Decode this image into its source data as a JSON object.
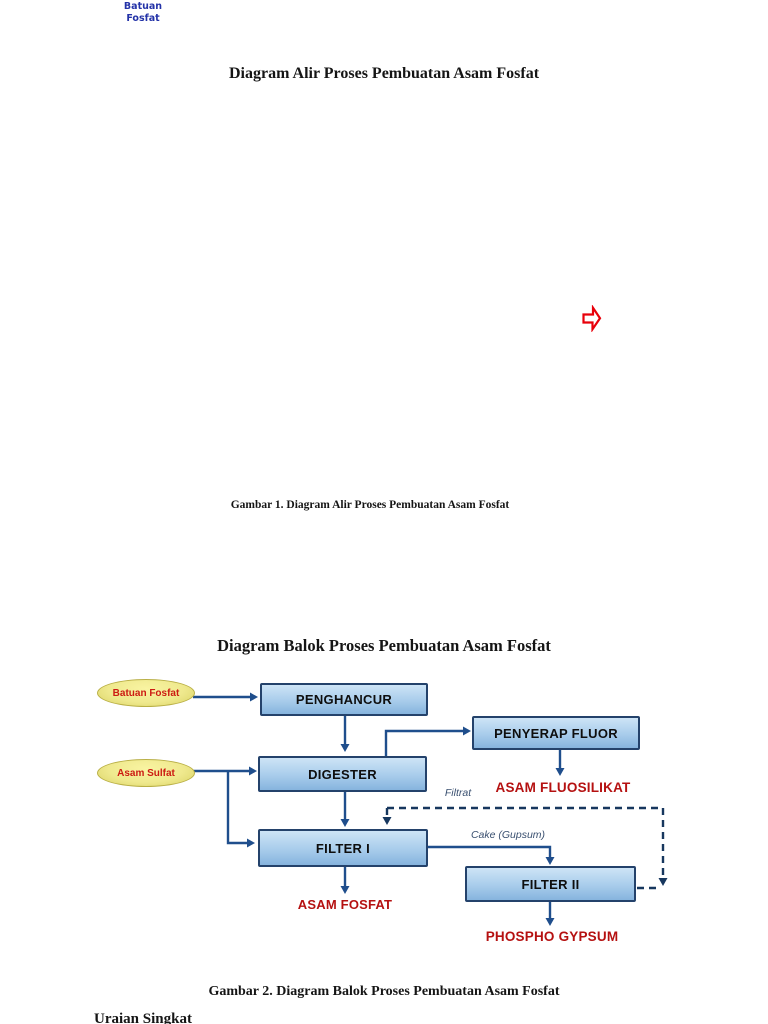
{
  "corner_label": {
    "line1": "Batuan",
    "line2": "Fosfat"
  },
  "figure1": {
    "title": "Diagram Alir Proses Pembuatan Asam Fosfat",
    "caption": "Gambar 1. Diagram Alir Proses Pembuatan Asam Fosfat",
    "arrow_icon": "red-outline-right-arrow"
  },
  "figure2": {
    "title": "Diagram Balok Proses Pembuatan Asam Fosfat",
    "caption": "Gambar 2. Diagram Balok Proses Pembuatan Asam Fosfat",
    "inputs": [
      {
        "label": "Batuan Fosfat"
      },
      {
        "label": "Asam Sulfat"
      }
    ],
    "process_boxes": [
      {
        "label": "PENGHANCUR"
      },
      {
        "label": "PENYERAP FLUOR"
      },
      {
        "label": "DIGESTER"
      },
      {
        "label": "FILTER I"
      },
      {
        "label": "FILTER II"
      }
    ],
    "products": [
      {
        "label": "ASAM FLUOSILIKAT"
      },
      {
        "label": "ASAM FOSFAT"
      },
      {
        "label": "PHOSPHO GYPSUM"
      }
    ],
    "stream_labels": [
      {
        "label": "Filtrat"
      },
      {
        "label": "Cake (Gupsum)"
      }
    ]
  },
  "footer": {
    "heading": "Uraian Singkat"
  },
  "colors": {
    "corner_label_text": "#2433a8",
    "box_border": "#24426b",
    "box_fill_top": "#cde4f6",
    "box_fill_bottom": "#86b4de",
    "flow_line": "#1f4e8c",
    "dashed_line": "#17375e",
    "product_text": "#b51111",
    "input_fill": "#efe98e",
    "input_border": "#b9af45",
    "input_text": "#cc1a12",
    "red_arrow": "#e8000a"
  }
}
